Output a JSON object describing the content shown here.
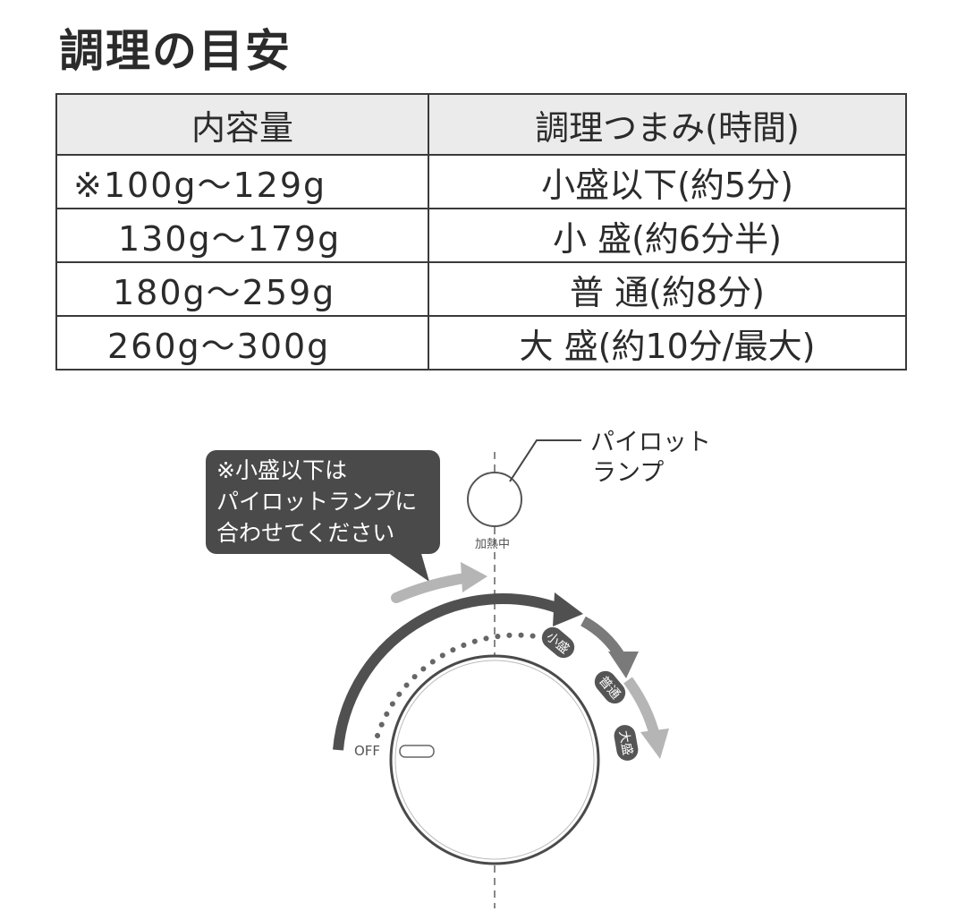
{
  "title": "調理の目安",
  "table": {
    "headers": [
      "内容量",
      "調理つまみ(時間)"
    ],
    "rows": [
      {
        "amount": "※100g〜129g",
        "setting": "小盛以下(約5分)"
      },
      {
        "amount": "130g〜179g",
        "setting": "小 盛(約6分半)"
      },
      {
        "amount": "180g〜259g",
        "setting": "普 通(約8分)"
      },
      {
        "amount": "260g〜300g",
        "setting": "大 盛(約10分/最大)"
      }
    ]
  },
  "diagram": {
    "callout_lines": [
      "※小盛以下は",
      "パイロットランプに",
      "合わせてください"
    ],
    "pilot_label_lines": [
      "パイロット",
      "ランプ"
    ],
    "heating_label": "加熱中",
    "off_label": "OFF",
    "badges": [
      "小盛",
      "普通",
      "大盛"
    ],
    "colors": {
      "dark_arrow": "#505050",
      "mid_arrow": "#7a7a7a",
      "light_arrow": "#b5b5b5",
      "badge": "#555555"
    }
  }
}
